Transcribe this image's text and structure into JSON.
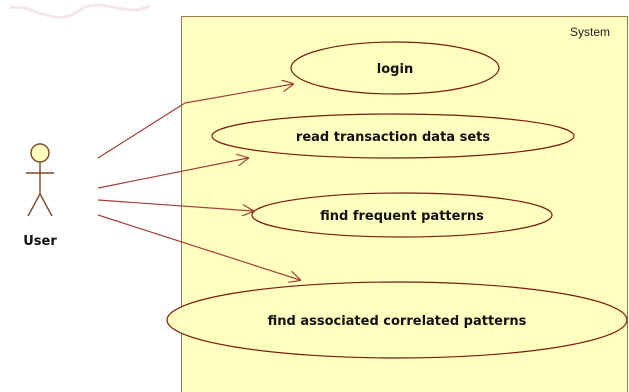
{
  "system": {
    "label": "System"
  },
  "actor": {
    "label": "User"
  },
  "use_cases": [
    {
      "label": "login"
    },
    {
      "label": "read transaction data sets"
    },
    {
      "label": "find frequent patterns"
    },
    {
      "label": "find associated correlated patterns"
    }
  ],
  "colors": {
    "system_fill": "#ffffc0",
    "system_border": "#a07850",
    "ellipse_fill": "#ffffc0",
    "ellipse_border": "#7a1c10",
    "association": "#a0403a",
    "actor_head_fill": "#ffffc0",
    "actor_stroke": "#7a4a2a"
  }
}
